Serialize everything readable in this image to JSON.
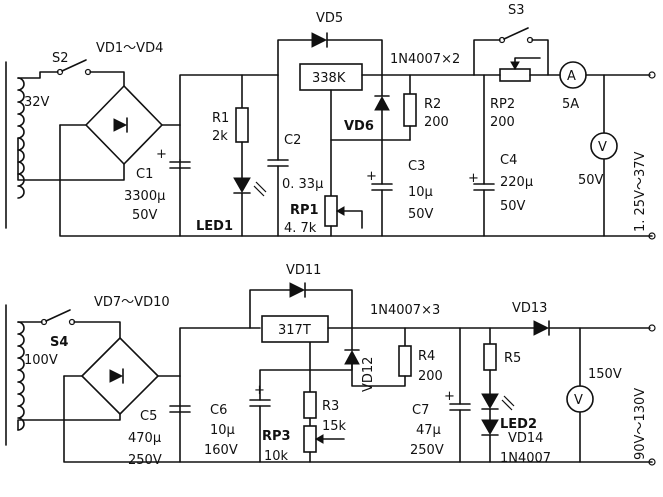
{
  "top_circuit": {
    "transformer_voltage": "32V",
    "switch": "S2",
    "bridge": "VD1～VD4",
    "c1": {
      "name": "C1",
      "value": "3300μ",
      "voltage": "50V",
      "polarity": "+"
    },
    "r1": {
      "name": "R1",
      "value": "2k"
    },
    "led1": "LED1",
    "c2": {
      "name": "C2",
      "value": "0. 33μ"
    },
    "vd5": "VD5",
    "regulator": "338K",
    "diodes_note": "1N4007×2",
    "vd6": "VD6",
    "r2": {
      "name": "R2",
      "value": "200"
    },
    "rp1": {
      "name": "RP1",
      "value": "4. 7k"
    },
    "c3": {
      "name": "C3",
      "value": "10μ",
      "voltage": "50V",
      "polarity": "+"
    },
    "s3": "S3",
    "rp2": {
      "name": "RP2",
      "value": "200"
    },
    "c4": {
      "name": "C4",
      "value": "220μ",
      "voltage": "50V",
      "polarity": "+"
    },
    "ammeter": {
      "symbol": "A",
      "range": "5A"
    },
    "voltmeter": {
      "symbol": "V",
      "range": "50V"
    },
    "output": "1. 25V～37V"
  },
  "bottom_circuit": {
    "transformer_voltage": "100V",
    "switch": "S4",
    "bridge": "VD7～VD10",
    "c5": {
      "name": "C5",
      "value": "470μ",
      "voltage": "250V"
    },
    "c6": {
      "name": "C6",
      "value": "10μ",
      "voltage": "160V",
      "polarity": "+"
    },
    "vd11": "VD11",
    "regulator": "317T",
    "diodes_note": "1N4007×3",
    "vd12": "VD12",
    "r3": {
      "name": "R3",
      "value": "15k"
    },
    "rp3": {
      "name": "RP3",
      "value": "10k"
    },
    "r4": {
      "name": "R4",
      "value": "200"
    },
    "c7": {
      "name": "C7",
      "value": "47μ",
      "voltage": "250V",
      "polarity": "+"
    },
    "r5": "R5",
    "led2": "LED2",
    "vd13": "VD13",
    "vd14": {
      "name": "VD14",
      "part": "1N4007"
    },
    "voltmeter": {
      "symbol": "V",
      "range": "150V"
    },
    "output": "90V～130V"
  }
}
